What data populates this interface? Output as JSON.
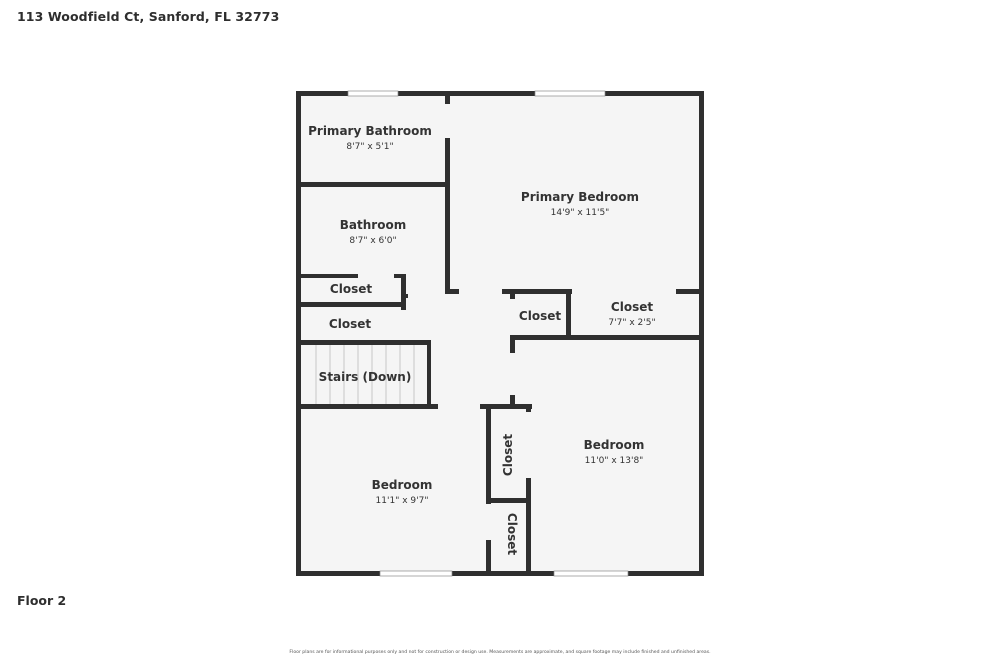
{
  "header": {
    "address": "113 Woodfield Ct, Sanford, FL 32773"
  },
  "floor": {
    "label": "Floor 2"
  },
  "footer": {
    "disclaimer": "Floor plans are for informational purposes only and not for construction or design use. Measurements are approximate, and square footage may include finished and unfinished areas."
  },
  "colors": {
    "wall": "#2f2f2f",
    "floor_fill": "#f5f5f5",
    "door_gap": "#ffffff",
    "stair_line": "#c8c8c8"
  },
  "rooms": [
    {
      "id": "primary-bathroom",
      "name": "Primary Bathroom",
      "dimensions": "8'7\" x 5'1\""
    },
    {
      "id": "primary-bedroom",
      "name": "Primary Bedroom",
      "dimensions": "14'9\" x 11'5\""
    },
    {
      "id": "bathroom",
      "name": "Bathroom",
      "dimensions": "8'7\" x 6'0\""
    },
    {
      "id": "closet-1",
      "name": "Closet",
      "dimensions": ""
    },
    {
      "id": "closet-2",
      "name": "Closet",
      "dimensions": ""
    },
    {
      "id": "closet-3",
      "name": "Closet",
      "dimensions": ""
    },
    {
      "id": "closet-4",
      "name": "Closet",
      "dimensions": "7'7\" x 2'5\""
    },
    {
      "id": "stairs",
      "name": "Stairs (Down)",
      "dimensions": ""
    },
    {
      "id": "bedroom-1",
      "name": "Bedroom",
      "dimensions": "11'1\" x 9'7\""
    },
    {
      "id": "bedroom-2",
      "name": "Bedroom",
      "dimensions": "11'0\" x 13'8\""
    },
    {
      "id": "closet-5",
      "name": "Closet",
      "dimensions": ""
    },
    {
      "id": "closet-6",
      "name": "Closet",
      "dimensions": ""
    }
  ]
}
